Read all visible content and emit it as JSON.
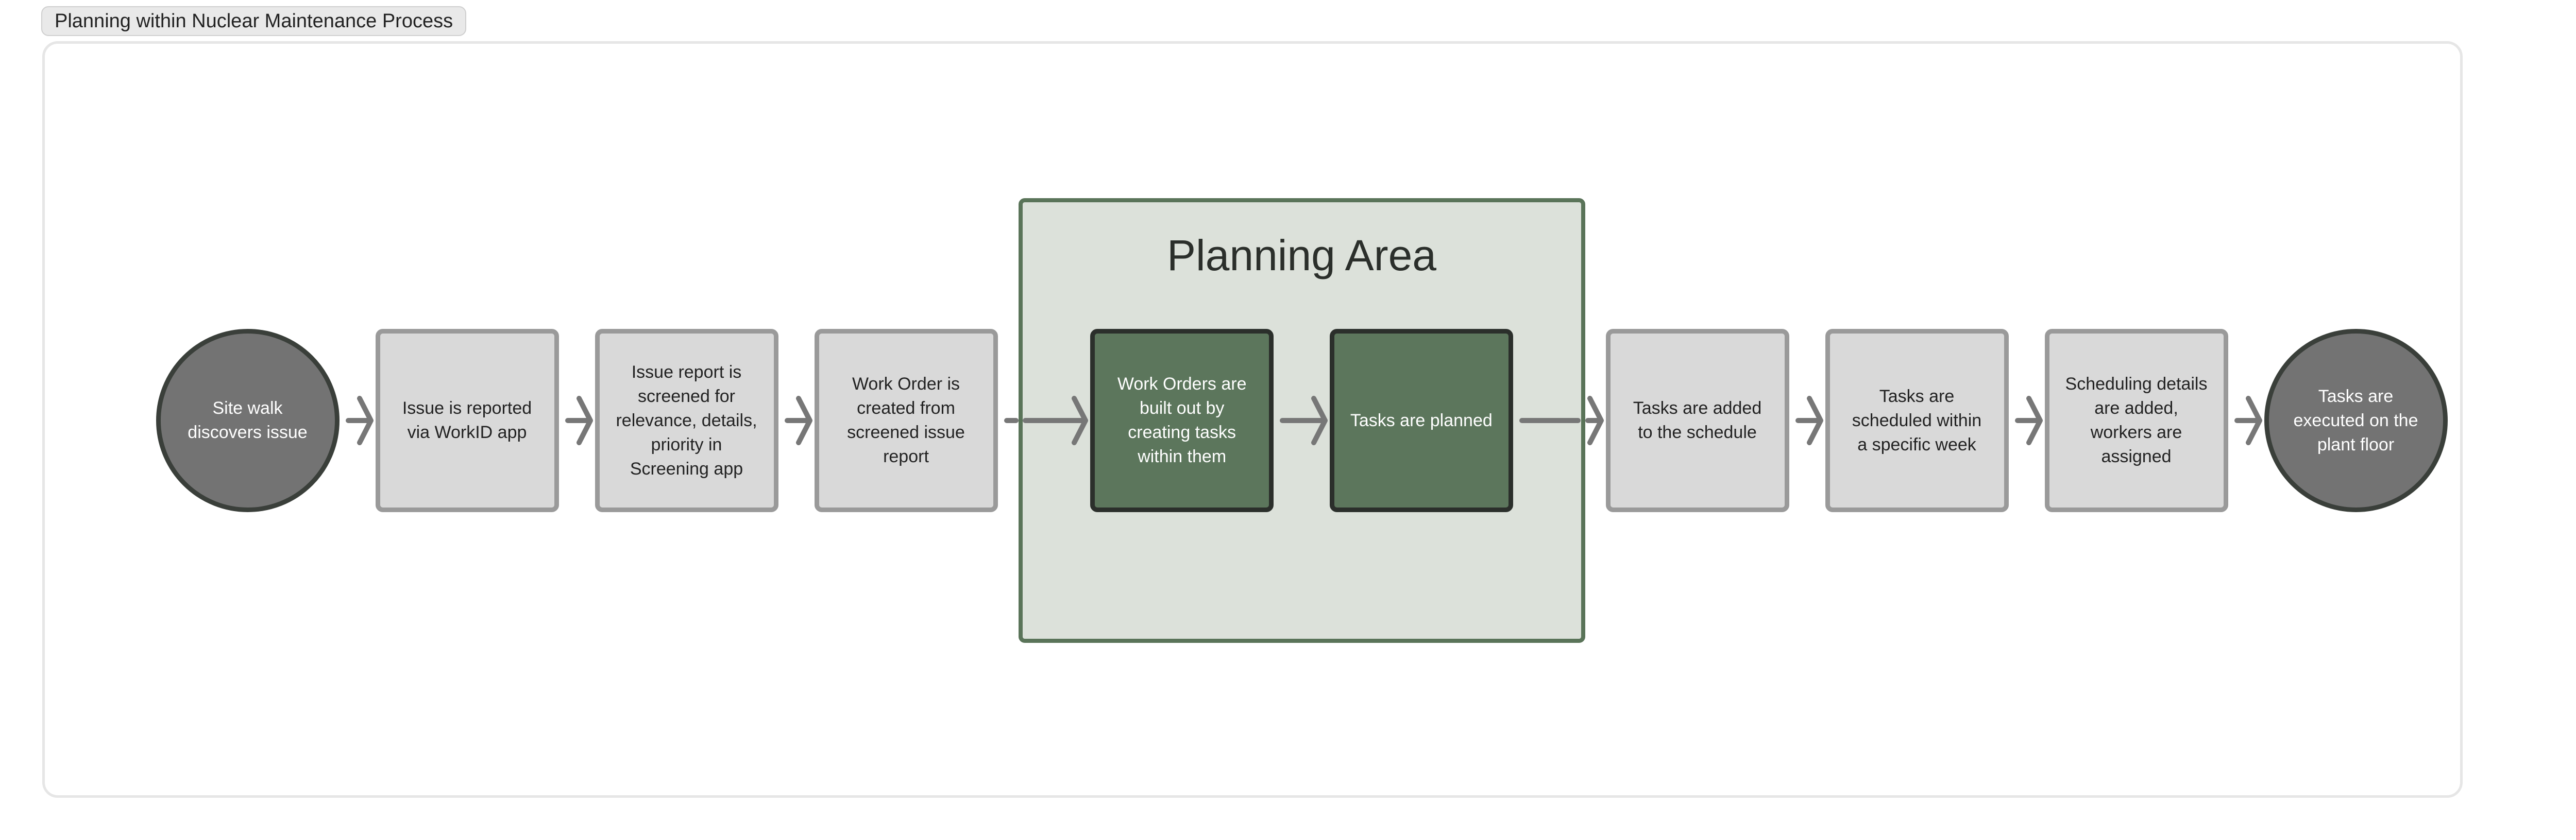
{
  "title": "Planning within Nuclear Maintenance Process",
  "planning_area": {
    "label": "Planning Area"
  },
  "colors": {
    "gray_fill": "#d9d9d9",
    "gray_border": "#9a9a9a",
    "green_fill": "#5c765c",
    "green_border": "#2b2f2b",
    "circle_fill": "#737373",
    "area_fill": "#dce1da",
    "area_border": "#5a7459",
    "arrow": "#777777"
  },
  "nodes": [
    {
      "label": "Site walk discovers issue",
      "shape": "circle"
    },
    {
      "label": "Issue is reported via WorkID app",
      "shape": "gray"
    },
    {
      "label": "Issue report is screened for relevance, details, priority in Screening app",
      "shape": "gray"
    },
    {
      "label": "Work Order is created from screened issue report",
      "shape": "gray"
    },
    {
      "label": "Work Orders are built out by creating tasks within them",
      "shape": "green"
    },
    {
      "label": "Tasks are planned",
      "shape": "green"
    },
    {
      "label": "Tasks are added to the schedule",
      "shape": "gray"
    },
    {
      "label": "Tasks are scheduled within a specific week",
      "shape": "gray"
    },
    {
      "label": "Scheduling details are added, workers are assigned",
      "shape": "gray"
    },
    {
      "label": "Tasks are executed on the plant floor",
      "shape": "circle"
    }
  ]
}
